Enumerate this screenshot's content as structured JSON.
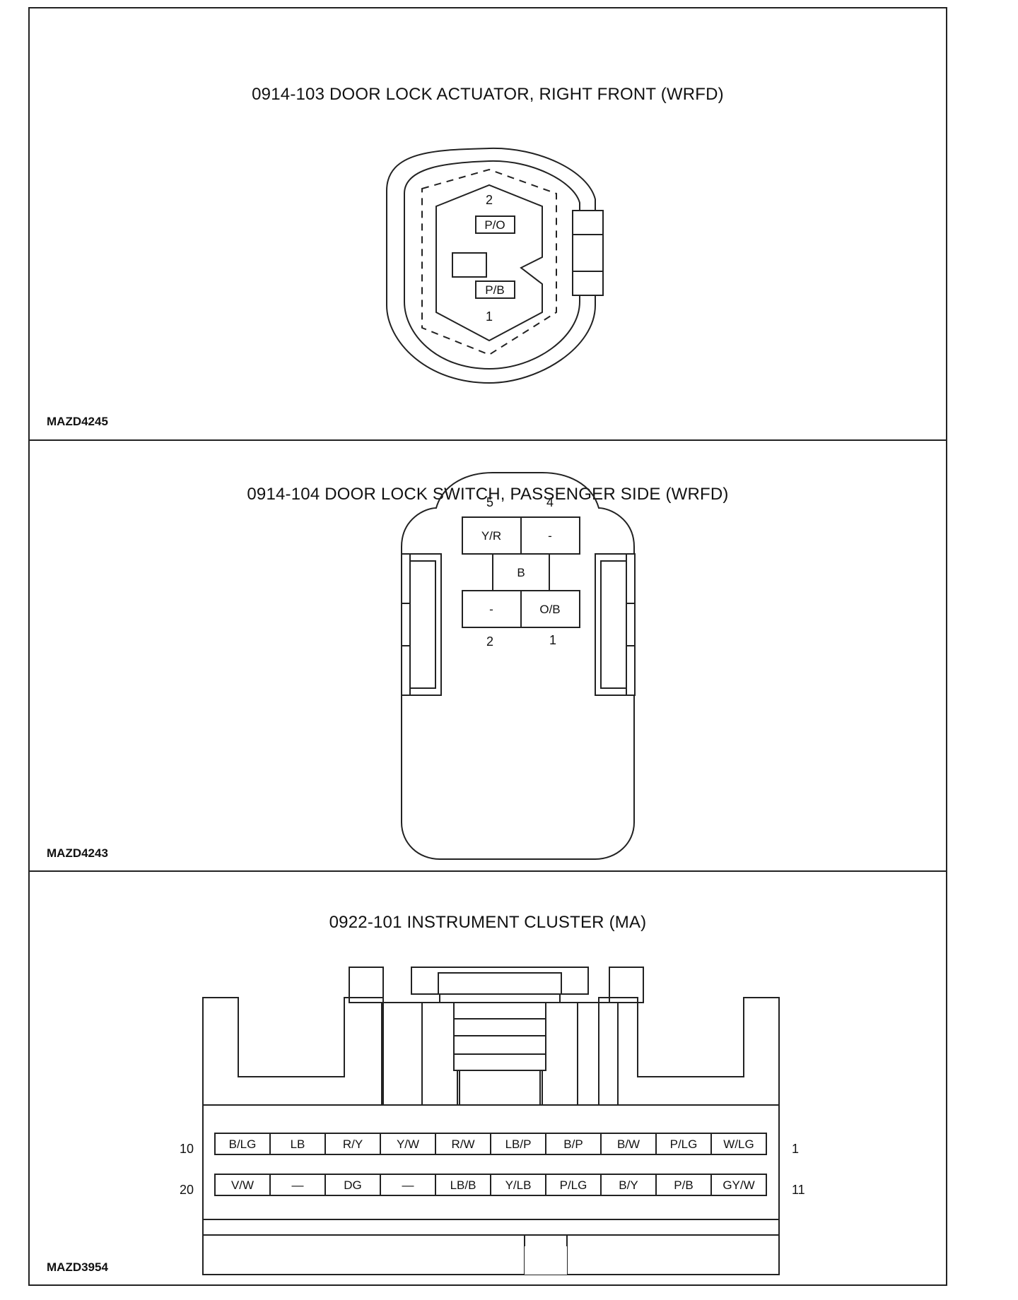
{
  "panels": [
    {
      "title": "0914-103 DOOR LOCK ACTUATOR, RIGHT FRONT (WRFD)",
      "ref": "MAZD4245",
      "pins": [
        {
          "num": "2",
          "color": "P/O"
        },
        {
          "num": "1",
          "color": "P/B"
        }
      ]
    },
    {
      "title": "0914-104 DOOR LOCK SWITCH, PASSENGER SIDE (WRFD)",
      "ref": "MAZD4243",
      "pins": [
        {
          "num": "5",
          "color": "Y/R"
        },
        {
          "num": "4",
          "color": "-"
        },
        {
          "num": "",
          "color": "B"
        },
        {
          "num": "2",
          "color": "-"
        },
        {
          "num": "1",
          "color": "O/B"
        }
      ]
    },
    {
      "title": "0922-101 INSTRUMENT CLUSTER (MA)",
      "ref": "MAZD3954",
      "row1_left": "10",
      "row1_right": "1",
      "row2_left": "20",
      "row2_right": "11",
      "row1": [
        "B/LG",
        "LB",
        "R/Y",
        "Y/W",
        "R/W",
        "LB/P",
        "B/P",
        "B/W",
        "P/LG",
        "W/LG"
      ],
      "row2": [
        "V/W",
        "—",
        "DG",
        "—",
        "LB/B",
        "Y/LB",
        "P/LG",
        "B/Y",
        "P/B",
        "GY/W"
      ]
    }
  ]
}
